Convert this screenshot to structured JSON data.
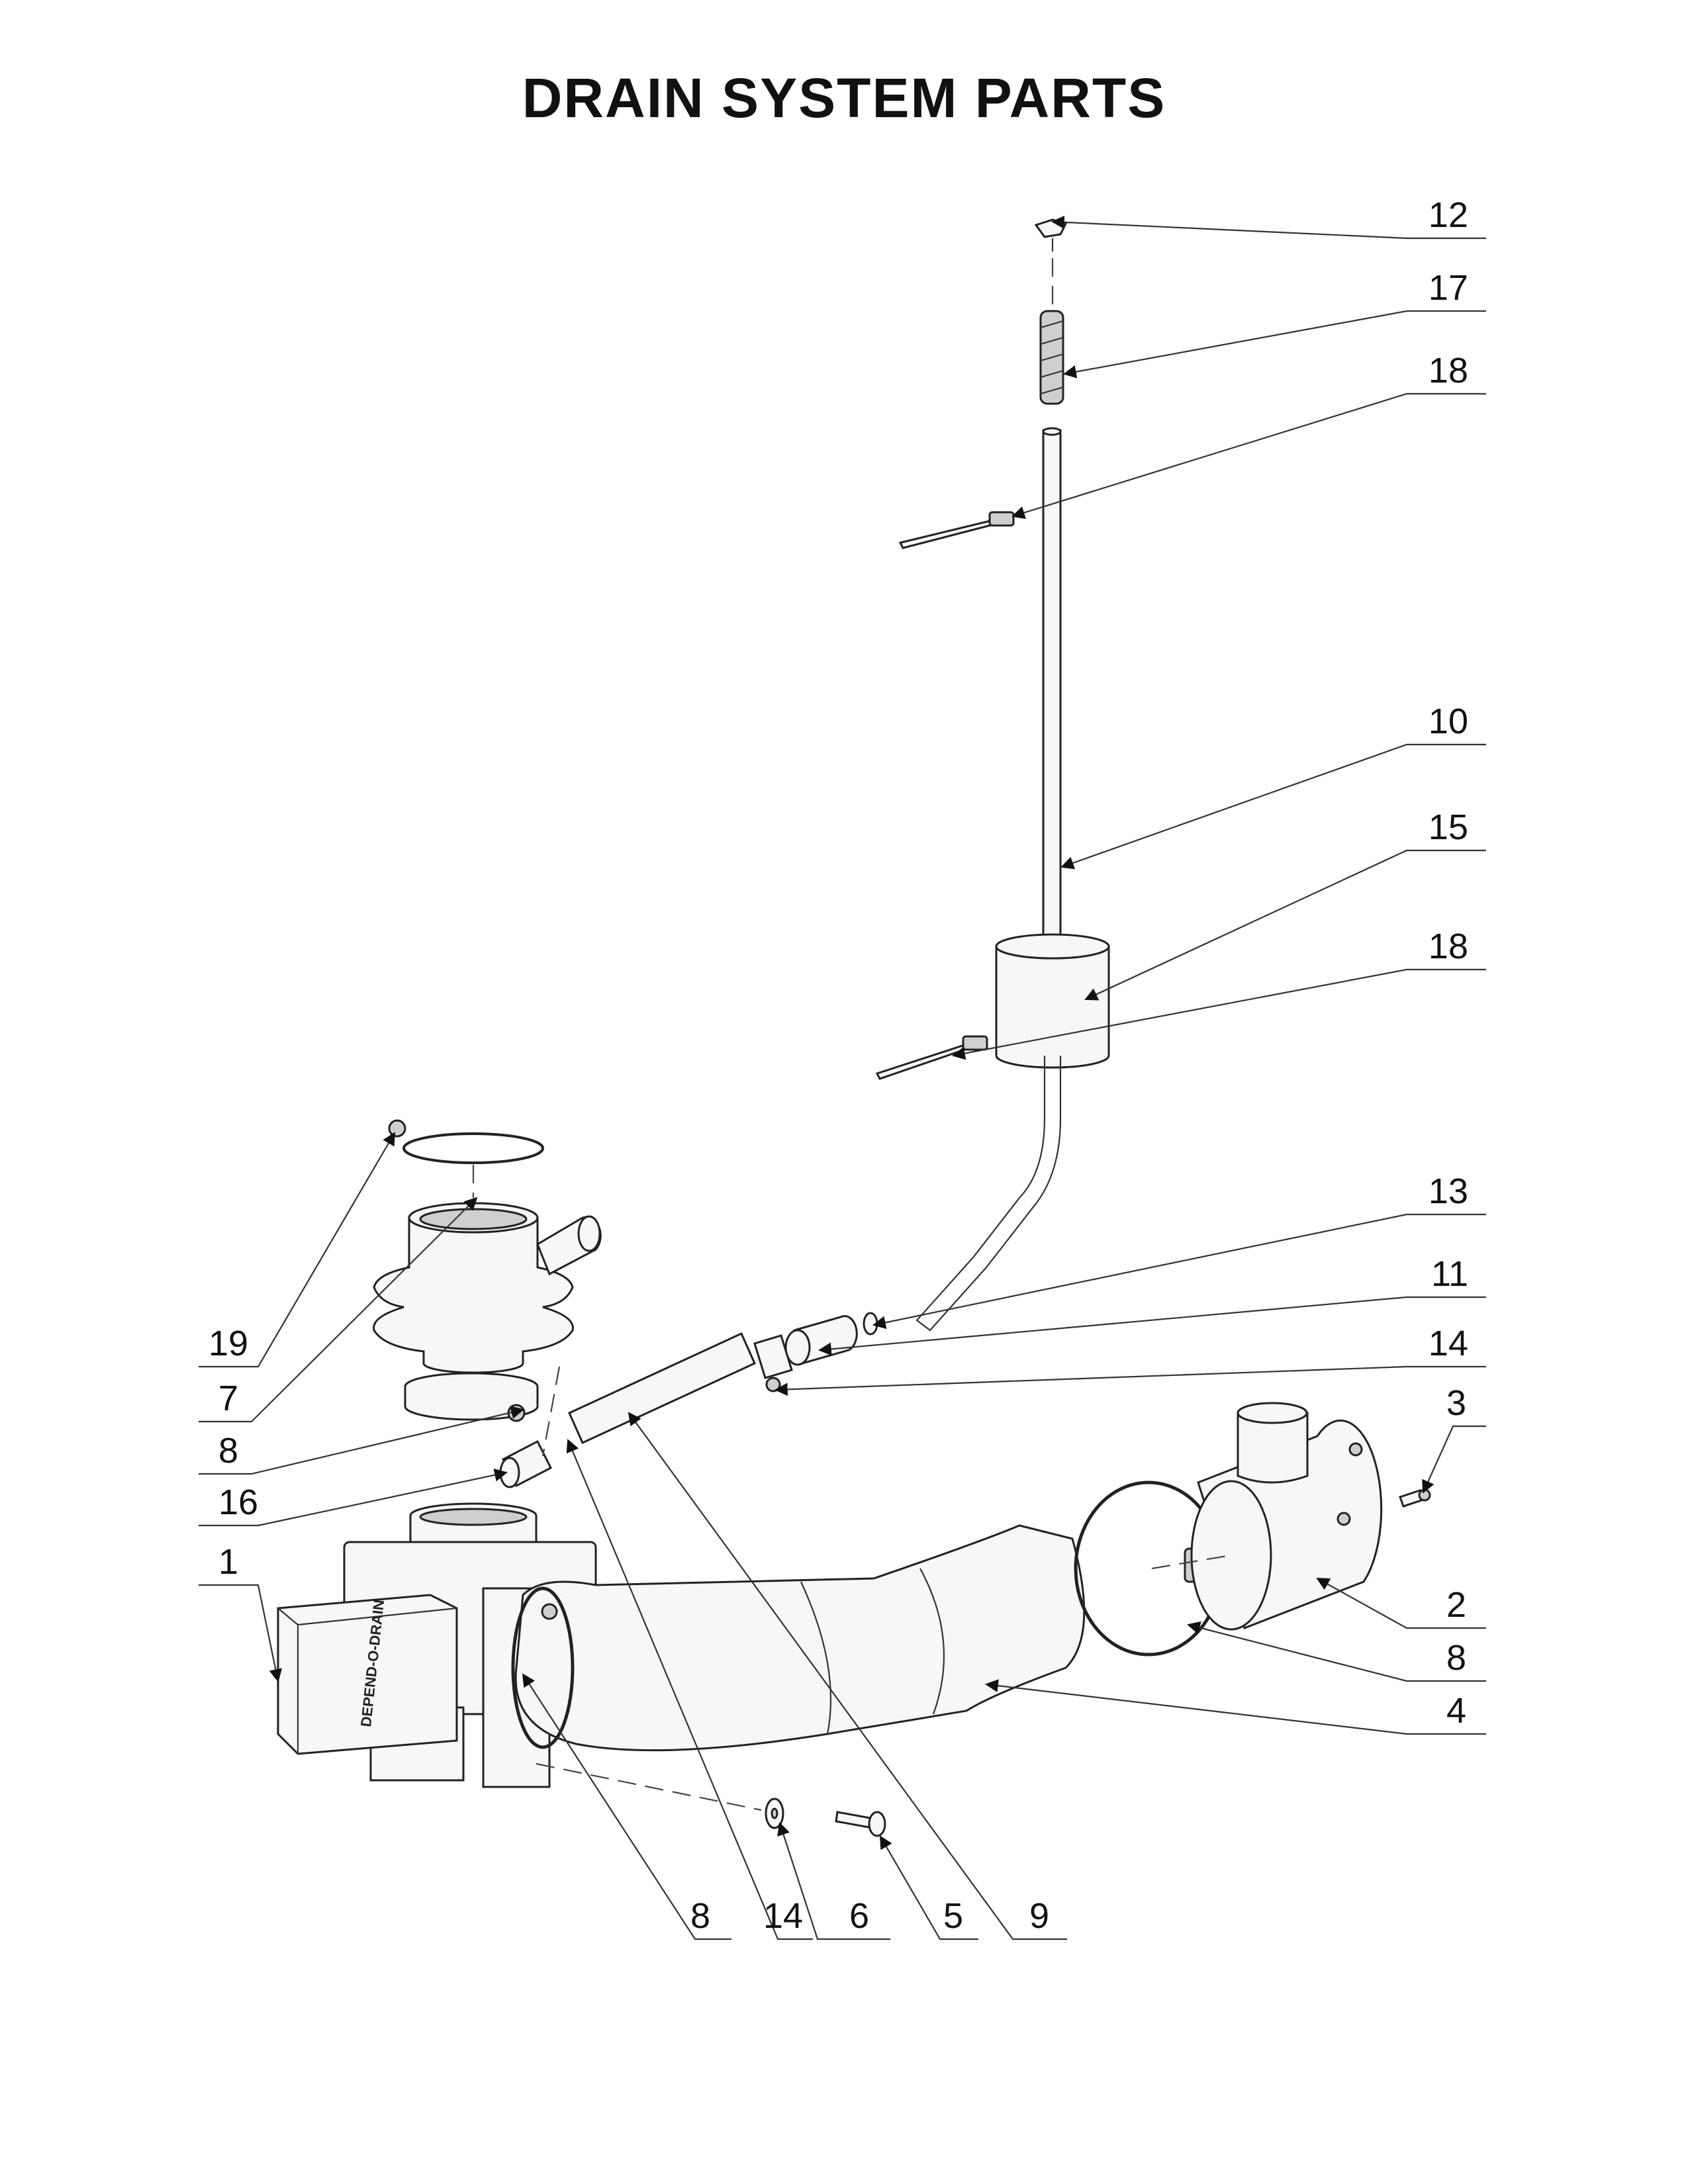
{
  "title": "DRAIN SYSTEM PARTS",
  "device_label": "DEPEND-O-DRAIN",
  "callouts": {
    "c12": "12",
    "c17": "17",
    "c18a": "18",
    "c10": "10",
    "c15": "15",
    "c18b": "18",
    "c13": "13",
    "c11": "11",
    "c14a": "14",
    "c3": "3",
    "c2": "2",
    "c8a": "8",
    "c4": "4",
    "c19": "19",
    "c7": "7",
    "c8b": "8",
    "c16": "16",
    "c1": "1",
    "c8c": "8",
    "c14b": "14",
    "c6": "6",
    "c5": "5",
    "c9": "9"
  }
}
